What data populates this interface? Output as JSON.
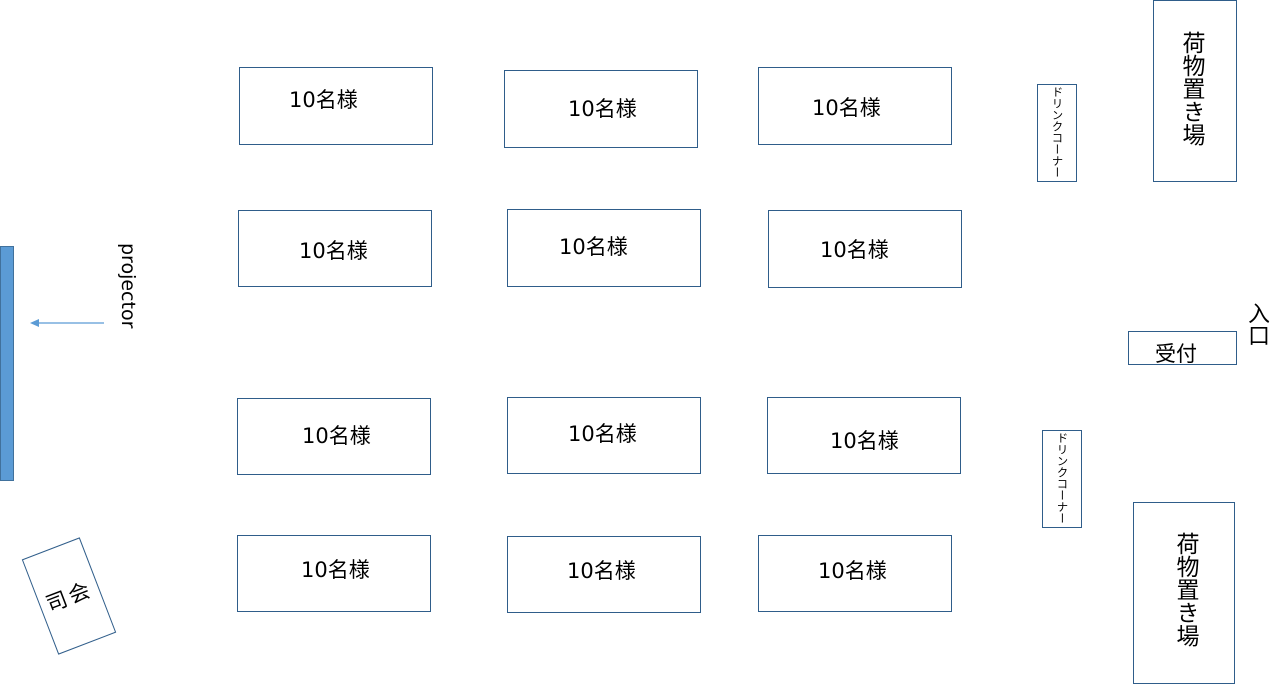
{
  "tables": [
    {
      "label": "10名様"
    },
    {
      "label": "10名様"
    },
    {
      "label": "10名様"
    },
    {
      "label": "10名様"
    },
    {
      "label": "10名様"
    },
    {
      "label": "10名様"
    },
    {
      "label": "10名様"
    },
    {
      "label": "10名様"
    },
    {
      "label": "10名様"
    },
    {
      "label": "10名様"
    },
    {
      "label": "10名様"
    },
    {
      "label": "10名様"
    }
  ],
  "projector_label": "projector",
  "mc_label": "司会",
  "drink_corner_label": "ドリンクコーナー",
  "baggage_label": "荷物置き場",
  "reception_label": "受付",
  "entrance_label": "入口",
  "colors": {
    "border": "#2f5d8a",
    "screen": "#5b9bd5",
    "arrow": "#5b9bd5"
  }
}
